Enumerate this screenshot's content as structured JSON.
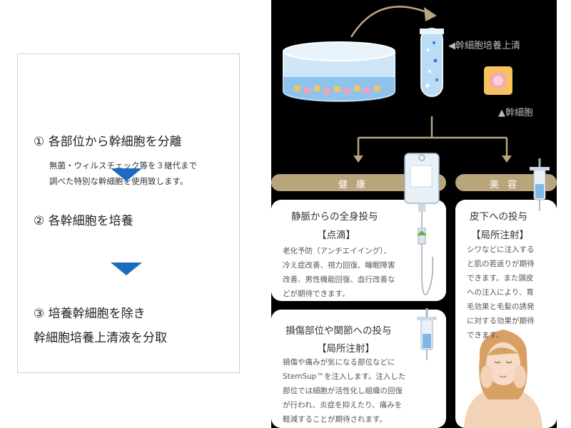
{
  "left": {
    "step1": {
      "title": "① 各部位から幹細胞を分離",
      "desc_line1": "無菌・ウィルスチェック等を３継代まで",
      "desc_line2": "調べた特別な幹細胞を使用致します。"
    },
    "step2": {
      "title": "② 各幹細胞を培養"
    },
    "step3": {
      "title_line1": "③ 培養幹細胞を除き",
      "title_line2": "幹細胞培養上清液を分取"
    },
    "arrow_color": "#1b6bc2"
  },
  "right": {
    "labels": {
      "supernatant": "◀幹細胞培養上清",
      "stem_cell": "▲幹細胞"
    },
    "banners": {
      "health": "健康",
      "beauty": "美容",
      "banner_color": "#b9a57c"
    },
    "cards": {
      "iv": {
        "title": "静脈からの全身投与",
        "sub": "【点滴】",
        "body_lines": [
          "老化予防（アンチエイイング）、",
          "冷え症改善、視力回復、睡眠障害",
          "改善、男性機能回復、血行改善な",
          "どが期待できます。"
        ]
      },
      "local": {
        "title": "損傷部位や関節への投与",
        "sub": "【局所注射】",
        "body_lines": [
          "損傷や痛みが気になる部位などに",
          "StemSup™を注入します。注入した",
          "部位では細胞が活性化し組織の回復",
          "が行われ、炎症を抑えたり、痛みを",
          "軽減することが期待されます。"
        ]
      },
      "subq": {
        "title": "皮下への投与",
        "sub": "【局所注射】",
        "body_lines": [
          "シワなどに注入する",
          "と肌の若返りが期待",
          "できます。また頭皮",
          "への注入により、育",
          "毛効果と毛髪の誘発",
          "に対する効果が期待",
          "できます。"
        ]
      }
    }
  }
}
